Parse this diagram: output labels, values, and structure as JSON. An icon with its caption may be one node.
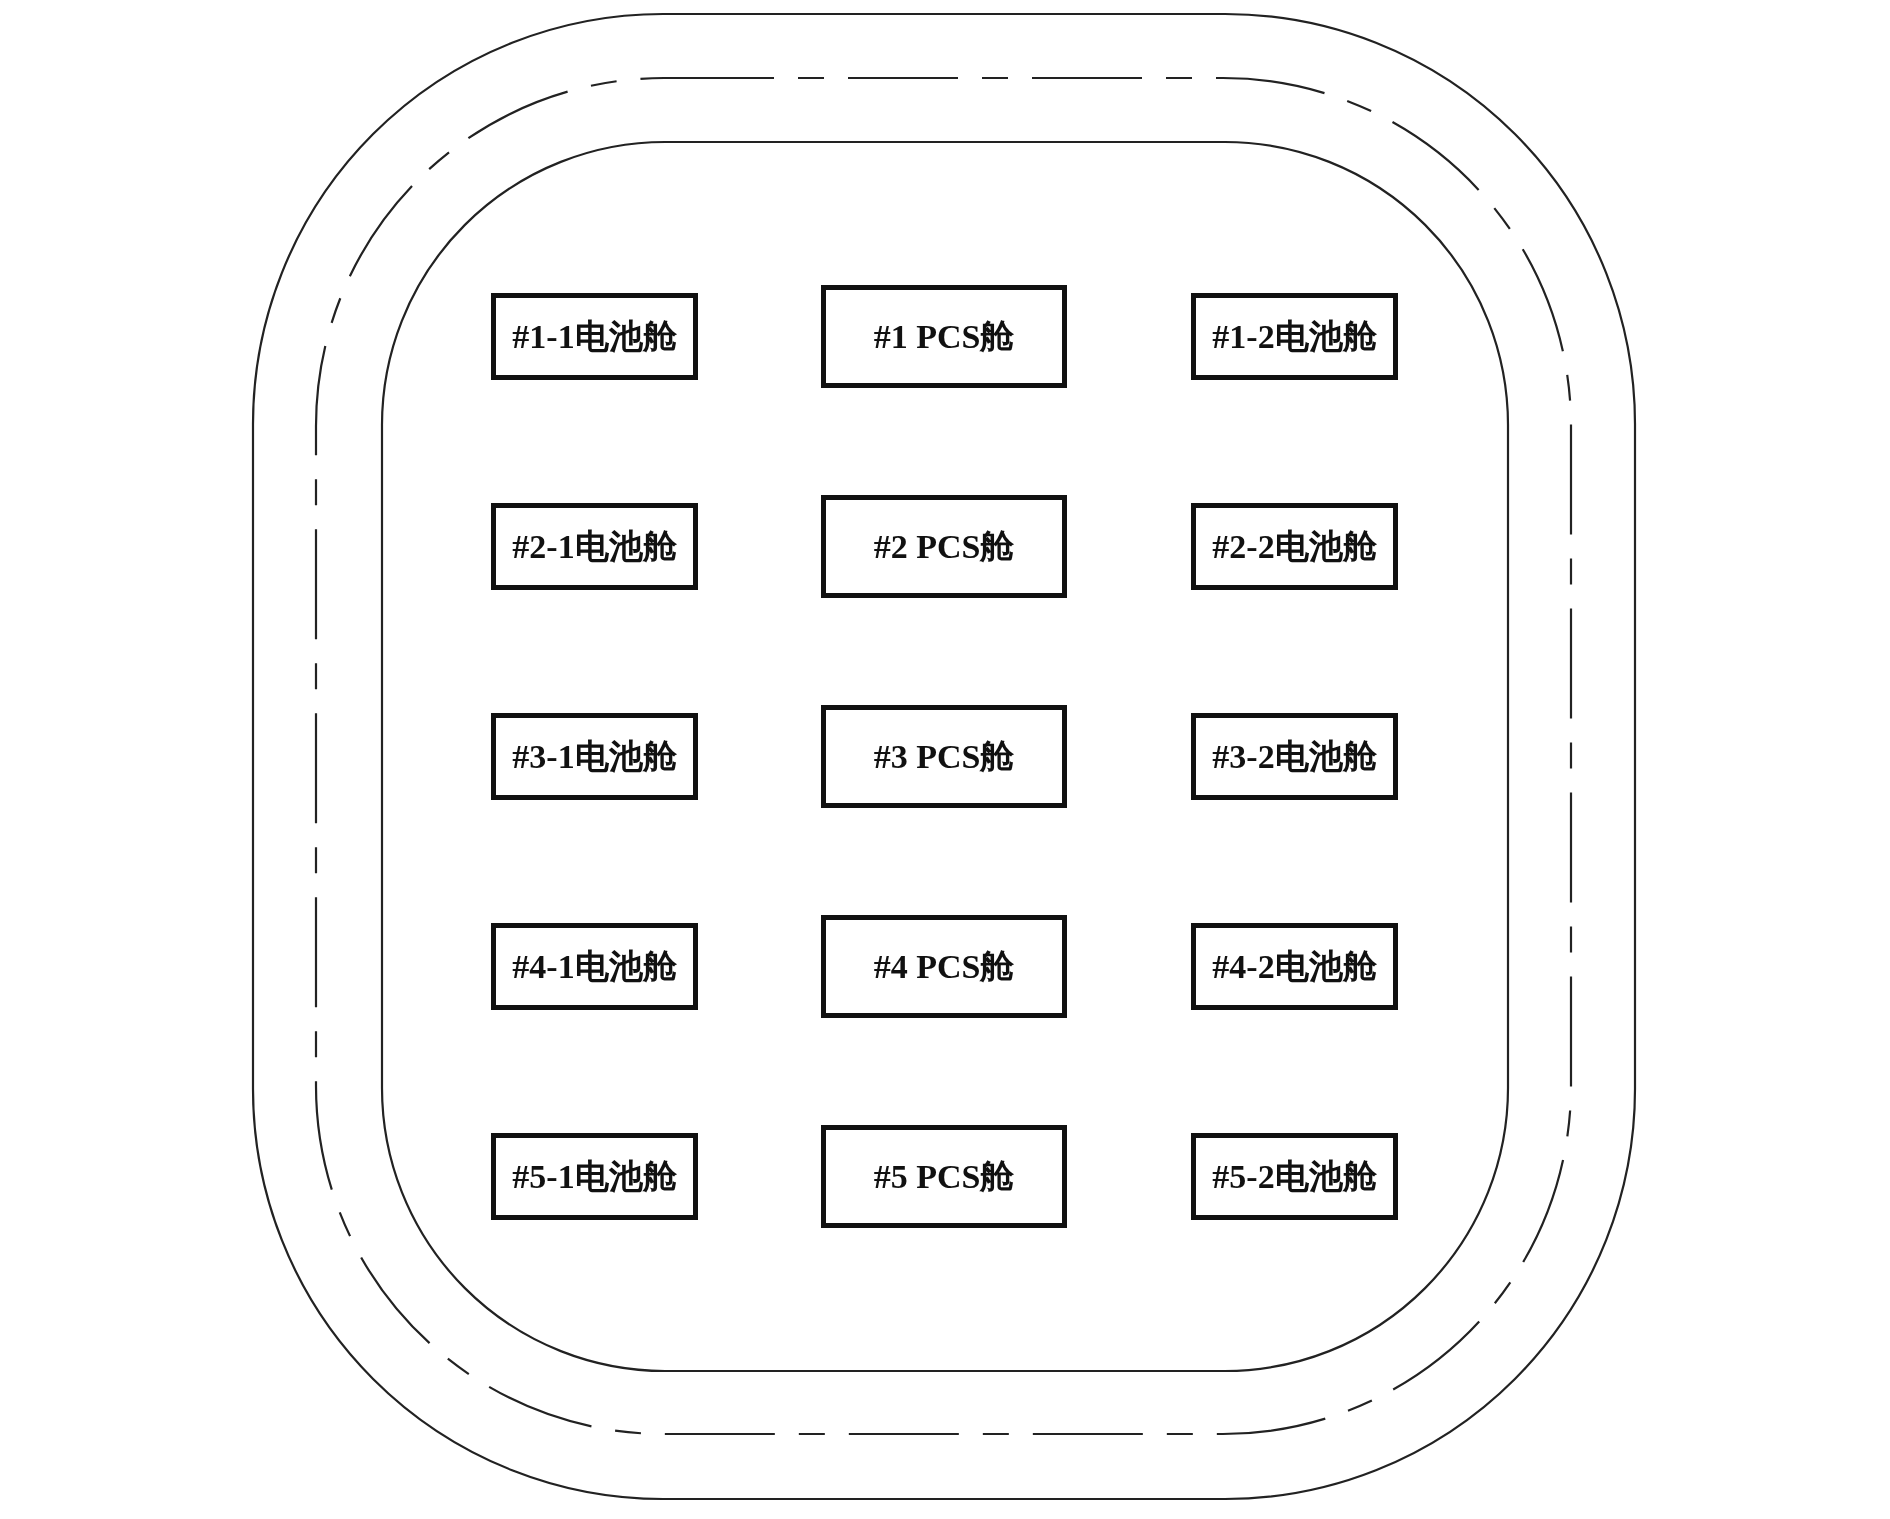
{
  "diagram": {
    "nodes": [
      {
        "text": [
          "#1-1电池舱"
        ]
      },
      {
        "text": [
          "#1 PCS舱"
        ]
      },
      {
        "text": [
          "#1-2电池舱"
        ]
      },
      {
        "text": [
          "#2-1电池舱"
        ]
      },
      {
        "text": [
          "#2 PCS舱"
        ]
      },
      {
        "text": [
          "#2-2电池舱"
        ]
      },
      {
        "text": [
          "#3-1电池舱"
        ]
      },
      {
        "text": [
          "#3 PCS舱"
        ]
      },
      {
        "text": [
          "#3-2电池舱"
        ]
      },
      {
        "text": [
          "#4-1电池舱"
        ]
      },
      {
        "text": [
          "#4 PCS舱"
        ]
      },
      {
        "text": [
          "#4-2电池舱"
        ]
      },
      {
        "text": [
          "#5-1电池舱"
        ]
      },
      {
        "text": [
          "#5 PCS舱"
        ]
      },
      {
        "text": [
          "#5-2电池舱"
        ]
      }
    ]
  }
}
